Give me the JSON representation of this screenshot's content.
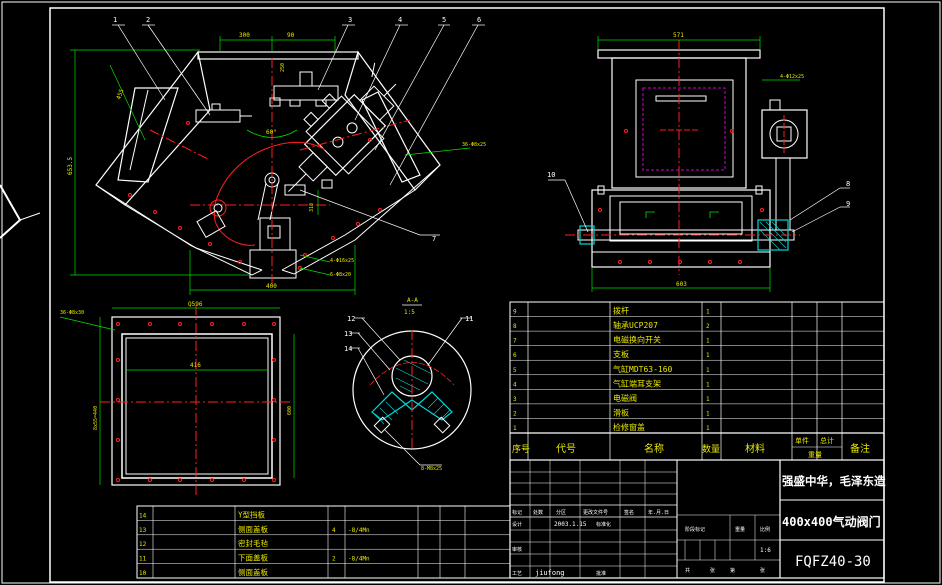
{
  "drawing": {
    "title_block": {
      "company": "强盛中华，毛泽东造",
      "product_name": "400x400气动阀门",
      "drawing_number": "FQFZ40-30",
      "scale": "1:6",
      "date": "2003.1.15",
      "designer": "jiufong",
      "labels": [
        "标记",
        "处数",
        "分区",
        "更改文件号",
        "签名",
        "年.月.日",
        "设计",
        "标准化",
        "审核",
        "工艺",
        "批准",
        "阶段标记",
        "重量",
        "比例",
        "共",
        "张",
        "第",
        "张"
      ]
    },
    "parts_header": [
      "序号",
      "代号",
      "名称",
      "数量",
      "材料",
      "单件",
      "总计",
      "备注",
      "重量"
    ],
    "parts": [
      {
        "no": "9",
        "name": "拨杆",
        "qty": "1"
      },
      {
        "no": "8",
        "name": "轴承UCP207",
        "qty": "2"
      },
      {
        "no": "7",
        "name": "电磁换向开关",
        "qty": "1"
      },
      {
        "no": "6",
        "name": "支板",
        "qty": "1"
      },
      {
        "no": "5",
        "name": "气缸MDT63-160",
        "qty": "1"
      },
      {
        "no": "4",
        "name": "气缸端耳支架",
        "qty": "1"
      },
      {
        "no": "3",
        "name": "电磁阀",
        "qty": "1"
      },
      {
        "no": "2",
        "name": "滑板",
        "qty": "1"
      },
      {
        "no": "1",
        "name": "检修窗盖",
        "qty": "1"
      }
    ],
    "parts_lower": [
      {
        "no": "14",
        "name": "Y型挡板",
        "qty": "",
        "material": ""
      },
      {
        "no": "13",
        "name": "侧面盖板",
        "qty": "4",
        "material": "-8/4Mn"
      },
      {
        "no": "12",
        "name": "密封毛毡",
        "qty": "",
        "material": ""
      },
      {
        "no": "11",
        "name": "下面盖板",
        "qty": "2",
        "material": "-8/4Mn"
      },
      {
        "no": "10",
        "name": "侧面盖板",
        "qty": "",
        "material": ""
      }
    ],
    "section_label": {
      "name": "A-A",
      "scale": "1:5"
    },
    "dimensions": [
      "300",
      "90",
      "455",
      "653.5",
      "400",
      "4-Φ16x25",
      "36-Φ8x25",
      "6-Φ8x20",
      "571",
      "4-Φ12x25",
      "603",
      "Q596",
      "416",
      "36-Φ8x30",
      "8x55=440",
      "8-M8x25"
    ],
    "balloons": [
      "1",
      "2",
      "3",
      "4",
      "5",
      "6",
      "7",
      "8",
      "9",
      "10",
      "11",
      "12",
      "13",
      "14"
    ],
    "colors": {
      "background": "#000000",
      "outline": "#ffffff",
      "dimension": "#00e000",
      "centerline": "#ff2020",
      "hatch": "#00d8d8",
      "hidden": "#d000d0",
      "text": "#e8e800"
    }
  }
}
